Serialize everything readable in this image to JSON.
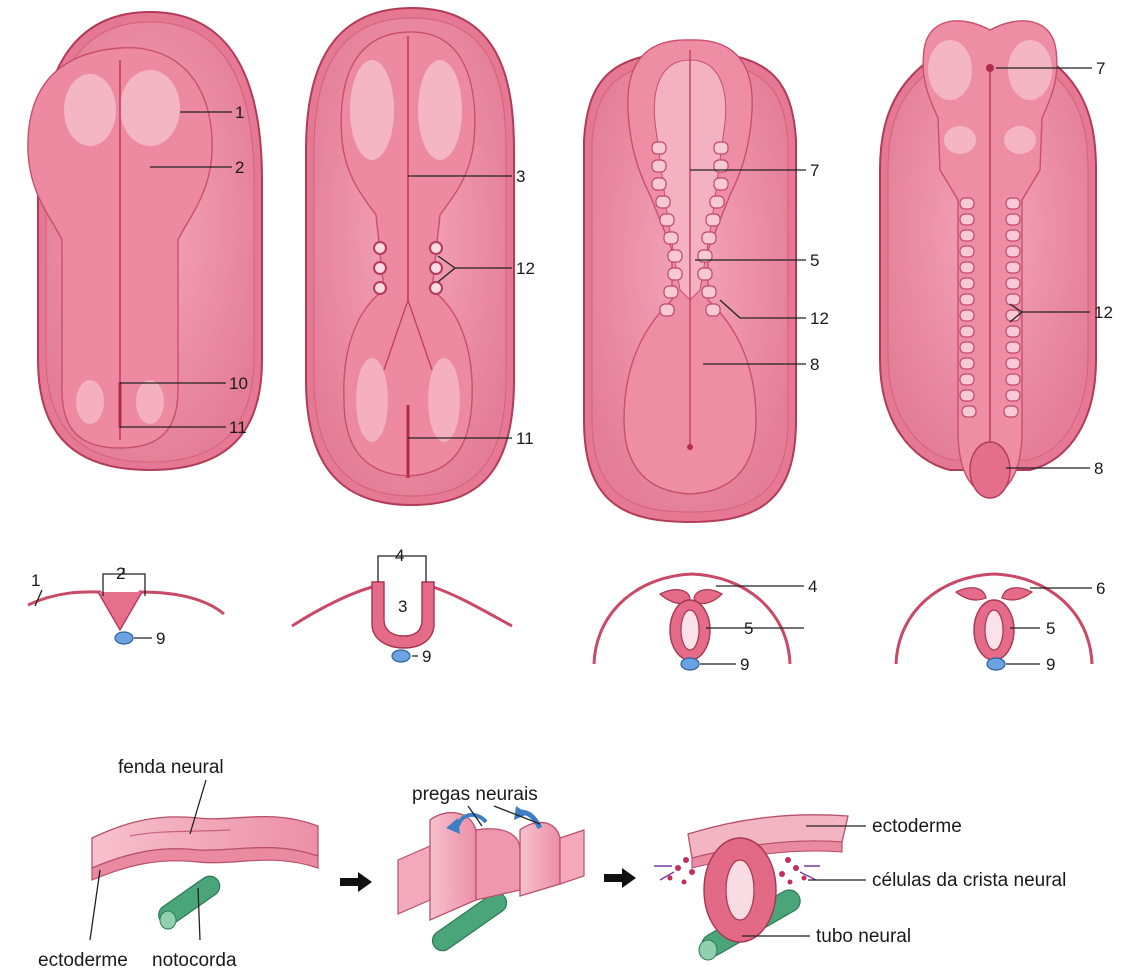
{
  "embryo_labels": {
    "e1": [
      "1",
      "2",
      "10",
      "11"
    ],
    "e2": [
      "3",
      "12",
      "11"
    ],
    "e3": [
      "7",
      "5",
      "12",
      "8"
    ],
    "e4": [
      "7",
      "12",
      "8"
    ]
  },
  "section_labels": {
    "s1": [
      "1",
      "2",
      "9"
    ],
    "s2": [
      "4",
      "3",
      "9"
    ],
    "s3": [
      "4",
      "5",
      "9"
    ],
    "s4": [
      "6",
      "5",
      "9"
    ]
  },
  "bottom_labels": {
    "fenda_neural": "fenda neural",
    "ectoderme_left": "ectoderme",
    "notocorda": "notocorda",
    "pregas_neurais": "pregas neurais",
    "ectoderme_right": "ectoderme",
    "celulas_crista": "células da crista neural",
    "tubo_neural": "tubo neural"
  },
  "colors": {
    "tissue_light": "#f5b3c2",
    "tissue_mid": "#ee8ea5",
    "tissue_dark": "#d9566f",
    "notochord_blue": "#6aa3e0",
    "notochord_green": "#4aa57b"
  }
}
